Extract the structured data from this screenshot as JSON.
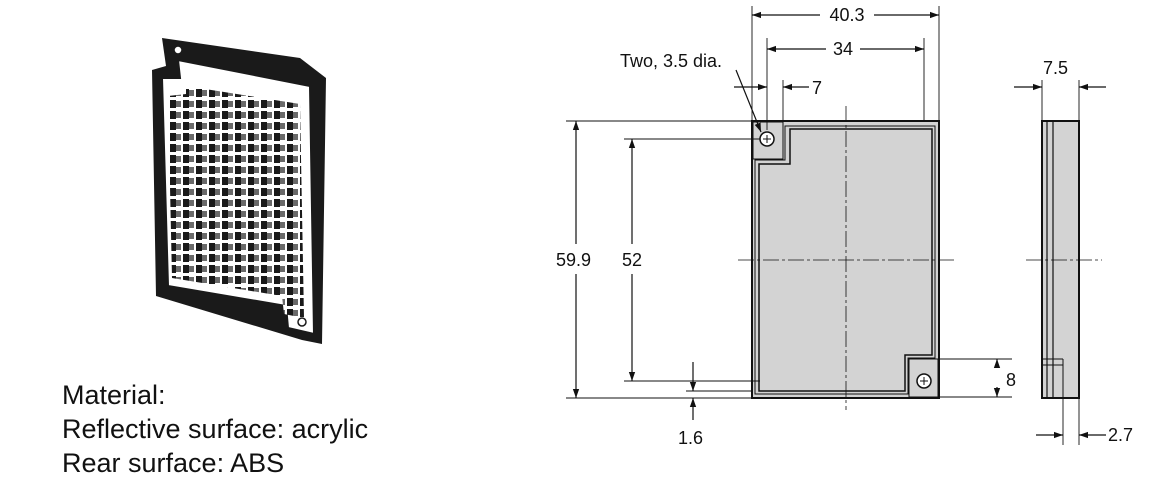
{
  "dimensions": {
    "overall_width": "40.3",
    "inner_width": "34",
    "hole_offset": "7",
    "hole_note": "Two, 3.5 dia.",
    "overall_height": "59.9",
    "inner_height": "52",
    "bottom_offset": "1.6",
    "hole_edge": "8",
    "thickness": "7.5",
    "rear_depth": "2.7"
  },
  "material": {
    "heading": "Material:",
    "reflective": "Reflective surface: acrylic",
    "rear": "Rear surface: ABS"
  },
  "colors": {
    "face_fill": "#d3d3d3",
    "line": "#111111",
    "reflector_dark": "#1a1a1a"
  }
}
